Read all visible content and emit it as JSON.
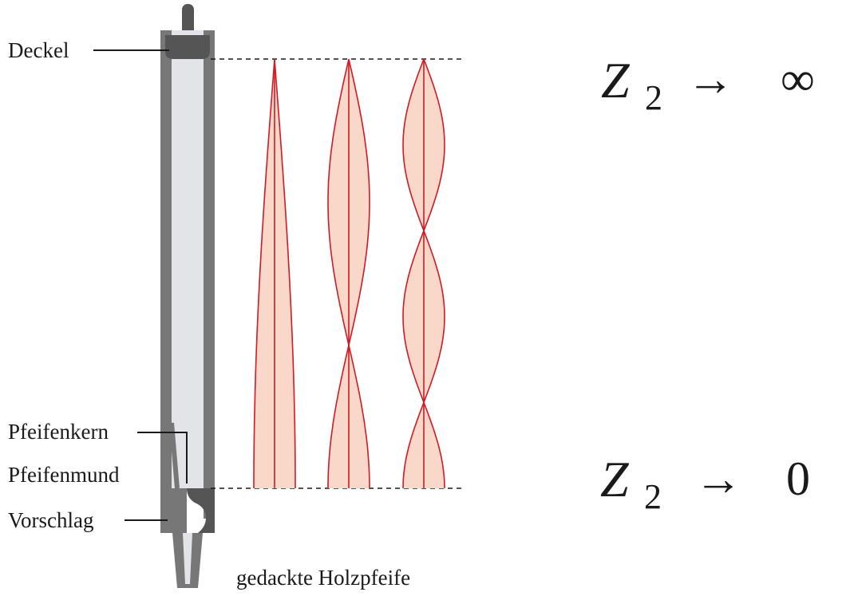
{
  "labels": {
    "deckel": "Deckel",
    "pfeifenkern": "Pfeifenkern",
    "pfeifenmund": "Pfeifenmund",
    "vorschlag": "Vorschlag",
    "caption": "gedackte Holzpfeife"
  },
  "boundary_top": {
    "symbol": "Z",
    "subscript": "2",
    "arrow": "→",
    "limit": "∞"
  },
  "boundary_bottom": {
    "symbol": "Z",
    "subscript": "2",
    "arrow": "→",
    "limit": "0"
  },
  "modes": [
    {
      "name": "",
      "nodes": 0
    },
    {
      "name": "",
      "nodes": 1
    },
    {
      "name": "",
      "nodes": 2
    }
  ],
  "colors": {
    "wall": "#777777",
    "bore": "#e3e4e8",
    "wave_line": "#d11a24",
    "wave_fill": "#f9d7c9",
    "text": "#1a1a1a"
  }
}
